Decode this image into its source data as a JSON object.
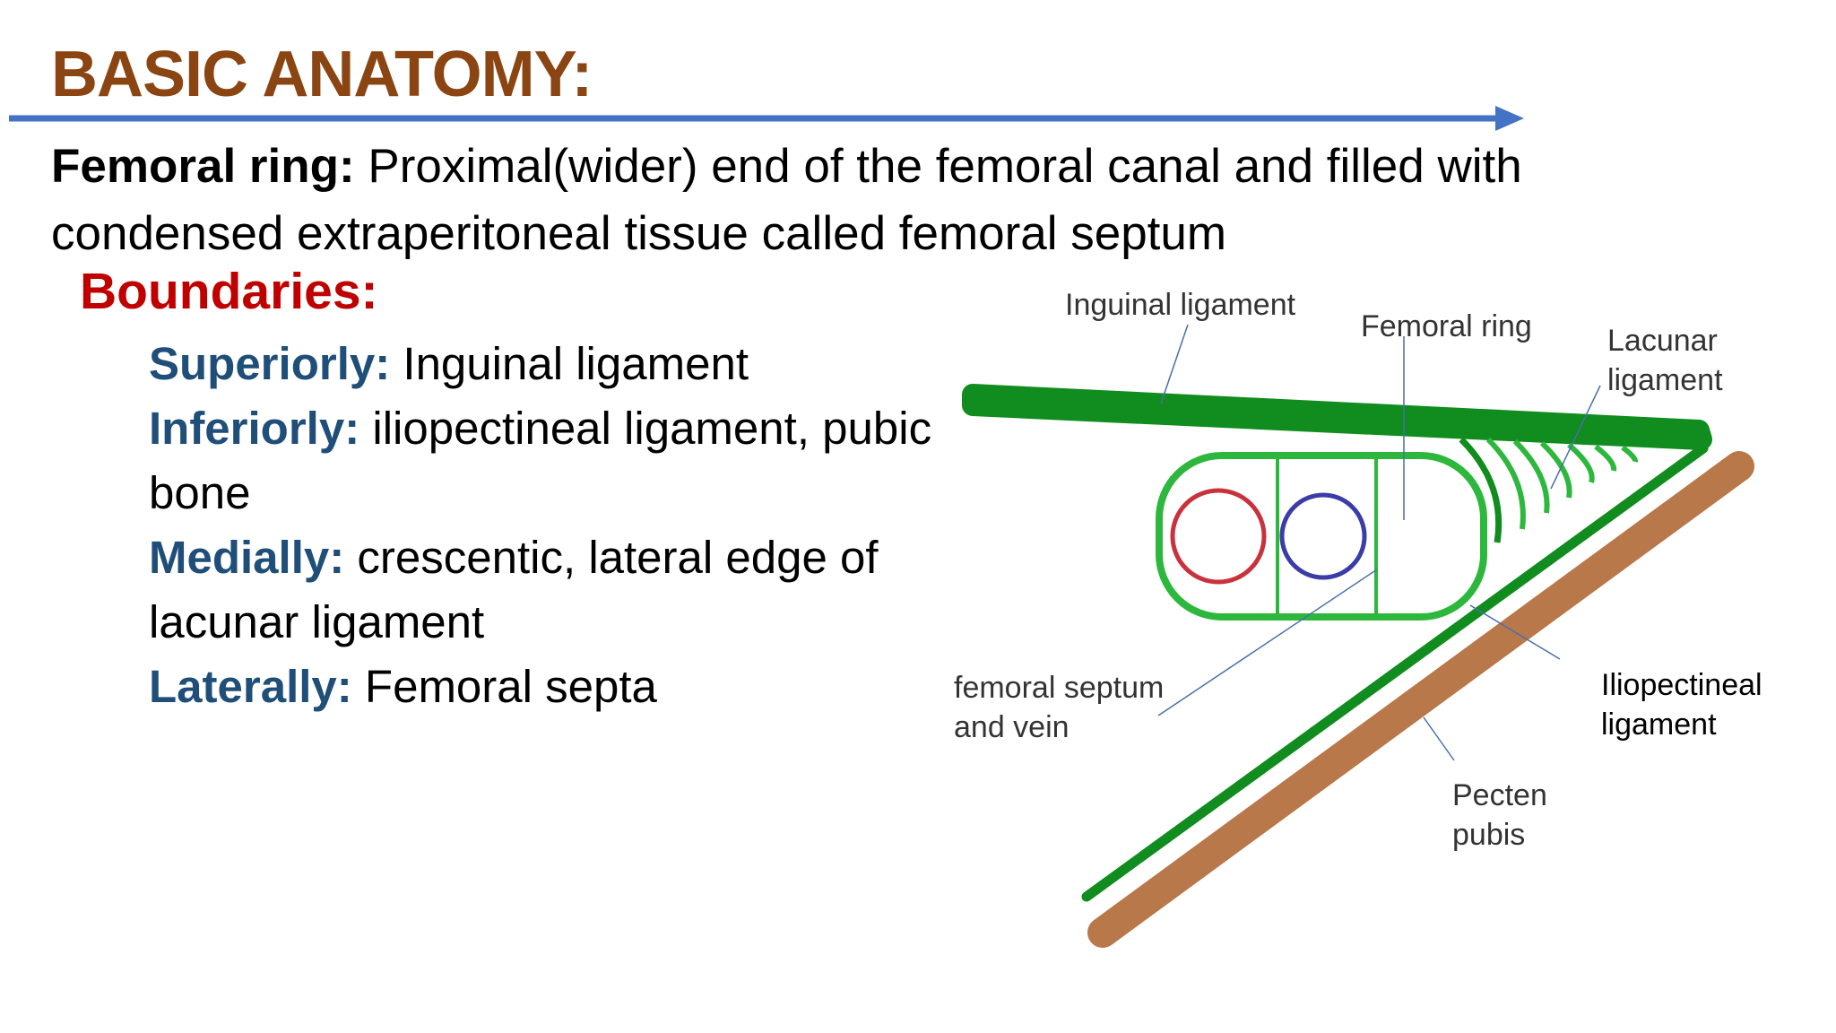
{
  "slide": {
    "title": "BASIC ANATOMY:",
    "intro": {
      "term": "Femoral ring:",
      "text": " Proximal(wider) end of the femoral canal and filled with condensed extraperitoneal tissue called femoral septum"
    },
    "boundaries_heading": "Boundaries:",
    "boundaries": [
      {
        "label": "Superiorly:",
        "text": " Inguinal ligament"
      },
      {
        "label": "Inferiorly:",
        "text": " iliopectineal ligament, pubic bone"
      },
      {
        "label": "Medially:",
        "text": " crescentic, lateral edge of lacunar ligament"
      },
      {
        "label": "Laterally:",
        "text": " Femoral septa"
      }
    ]
  },
  "diagram": {
    "labels": {
      "inguinal_ligament": "Inguinal ligament",
      "femoral_ring": "Femoral ring",
      "lacunar_ligament": "Lacunar\nligament",
      "femoral_septum": "femoral septum\nand vein",
      "iliopectineal_ligament": "Iliopectineal\nligament",
      "pecten_pubis": "Pecten\npubis"
    },
    "colors": {
      "ligament_green": "#118c1e",
      "canal_green": "#2db83d",
      "bone_brown": "#b8784a",
      "artery_red": "#c8323c",
      "vein_blue": "#3c3ca8",
      "title_brown": "#8b4513",
      "arrow_blue": "#4472c4",
      "heading_red": "#c00000",
      "label_blue": "#1f4e79"
    }
  }
}
